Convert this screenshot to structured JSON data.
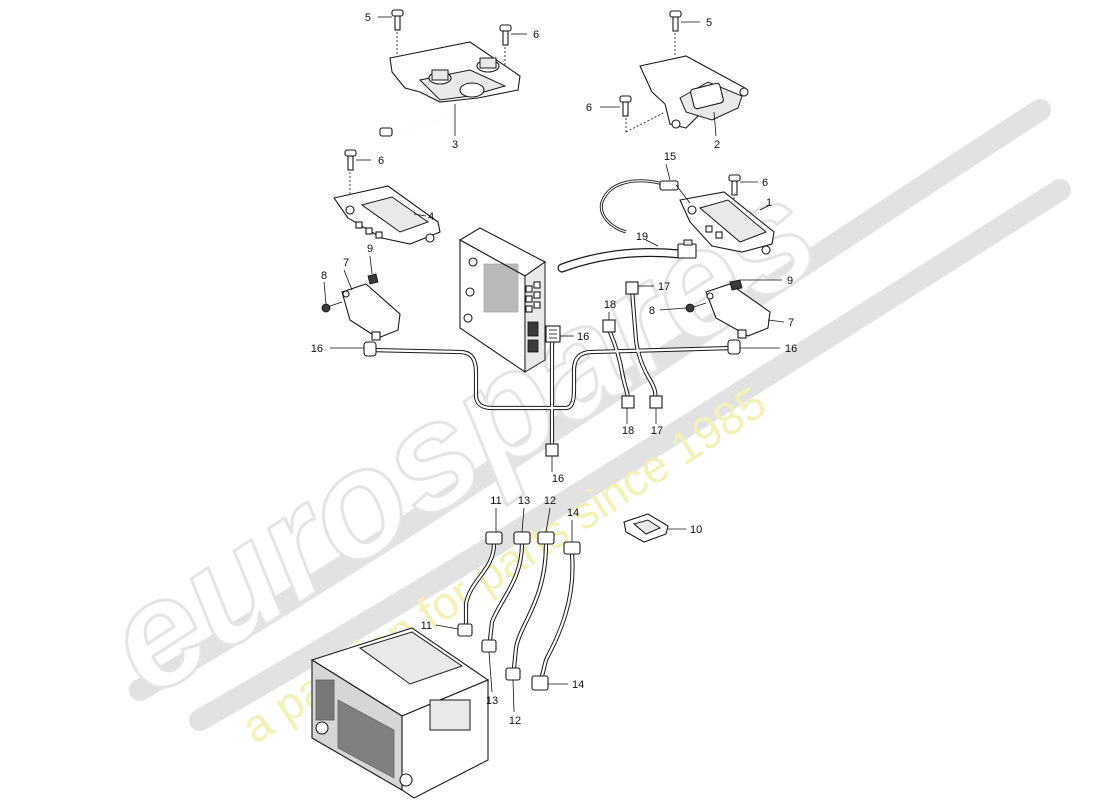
{
  "watermark": {
    "brand": "eurospares",
    "tagline": "a passion for parts since 1985"
  },
  "callouts": {
    "c1": "1",
    "c2": "2",
    "c3": "3",
    "c4": "4",
    "c5a": "5",
    "c5b": "5",
    "c6a": "6",
    "c6b": "6",
    "c6c": "6",
    "c6d": "6",
    "c7a": "7",
    "c7b": "7",
    "c8a": "8",
    "c8b": "8",
    "c9a": "9",
    "c9b": "9",
    "c10": "10",
    "c11a": "11",
    "c11b": "11",
    "c12a": "12",
    "c12b": "12",
    "c13a": "13",
    "c13b": "13",
    "c14a": "14",
    "c14b": "14",
    "c15": "15",
    "c16a": "16",
    "c16b": "16",
    "c16c": "16",
    "c16d": "16",
    "c17a": "17",
    "c17b": "17",
    "c18a": "18",
    "c18b": "18",
    "c19": "19"
  }
}
